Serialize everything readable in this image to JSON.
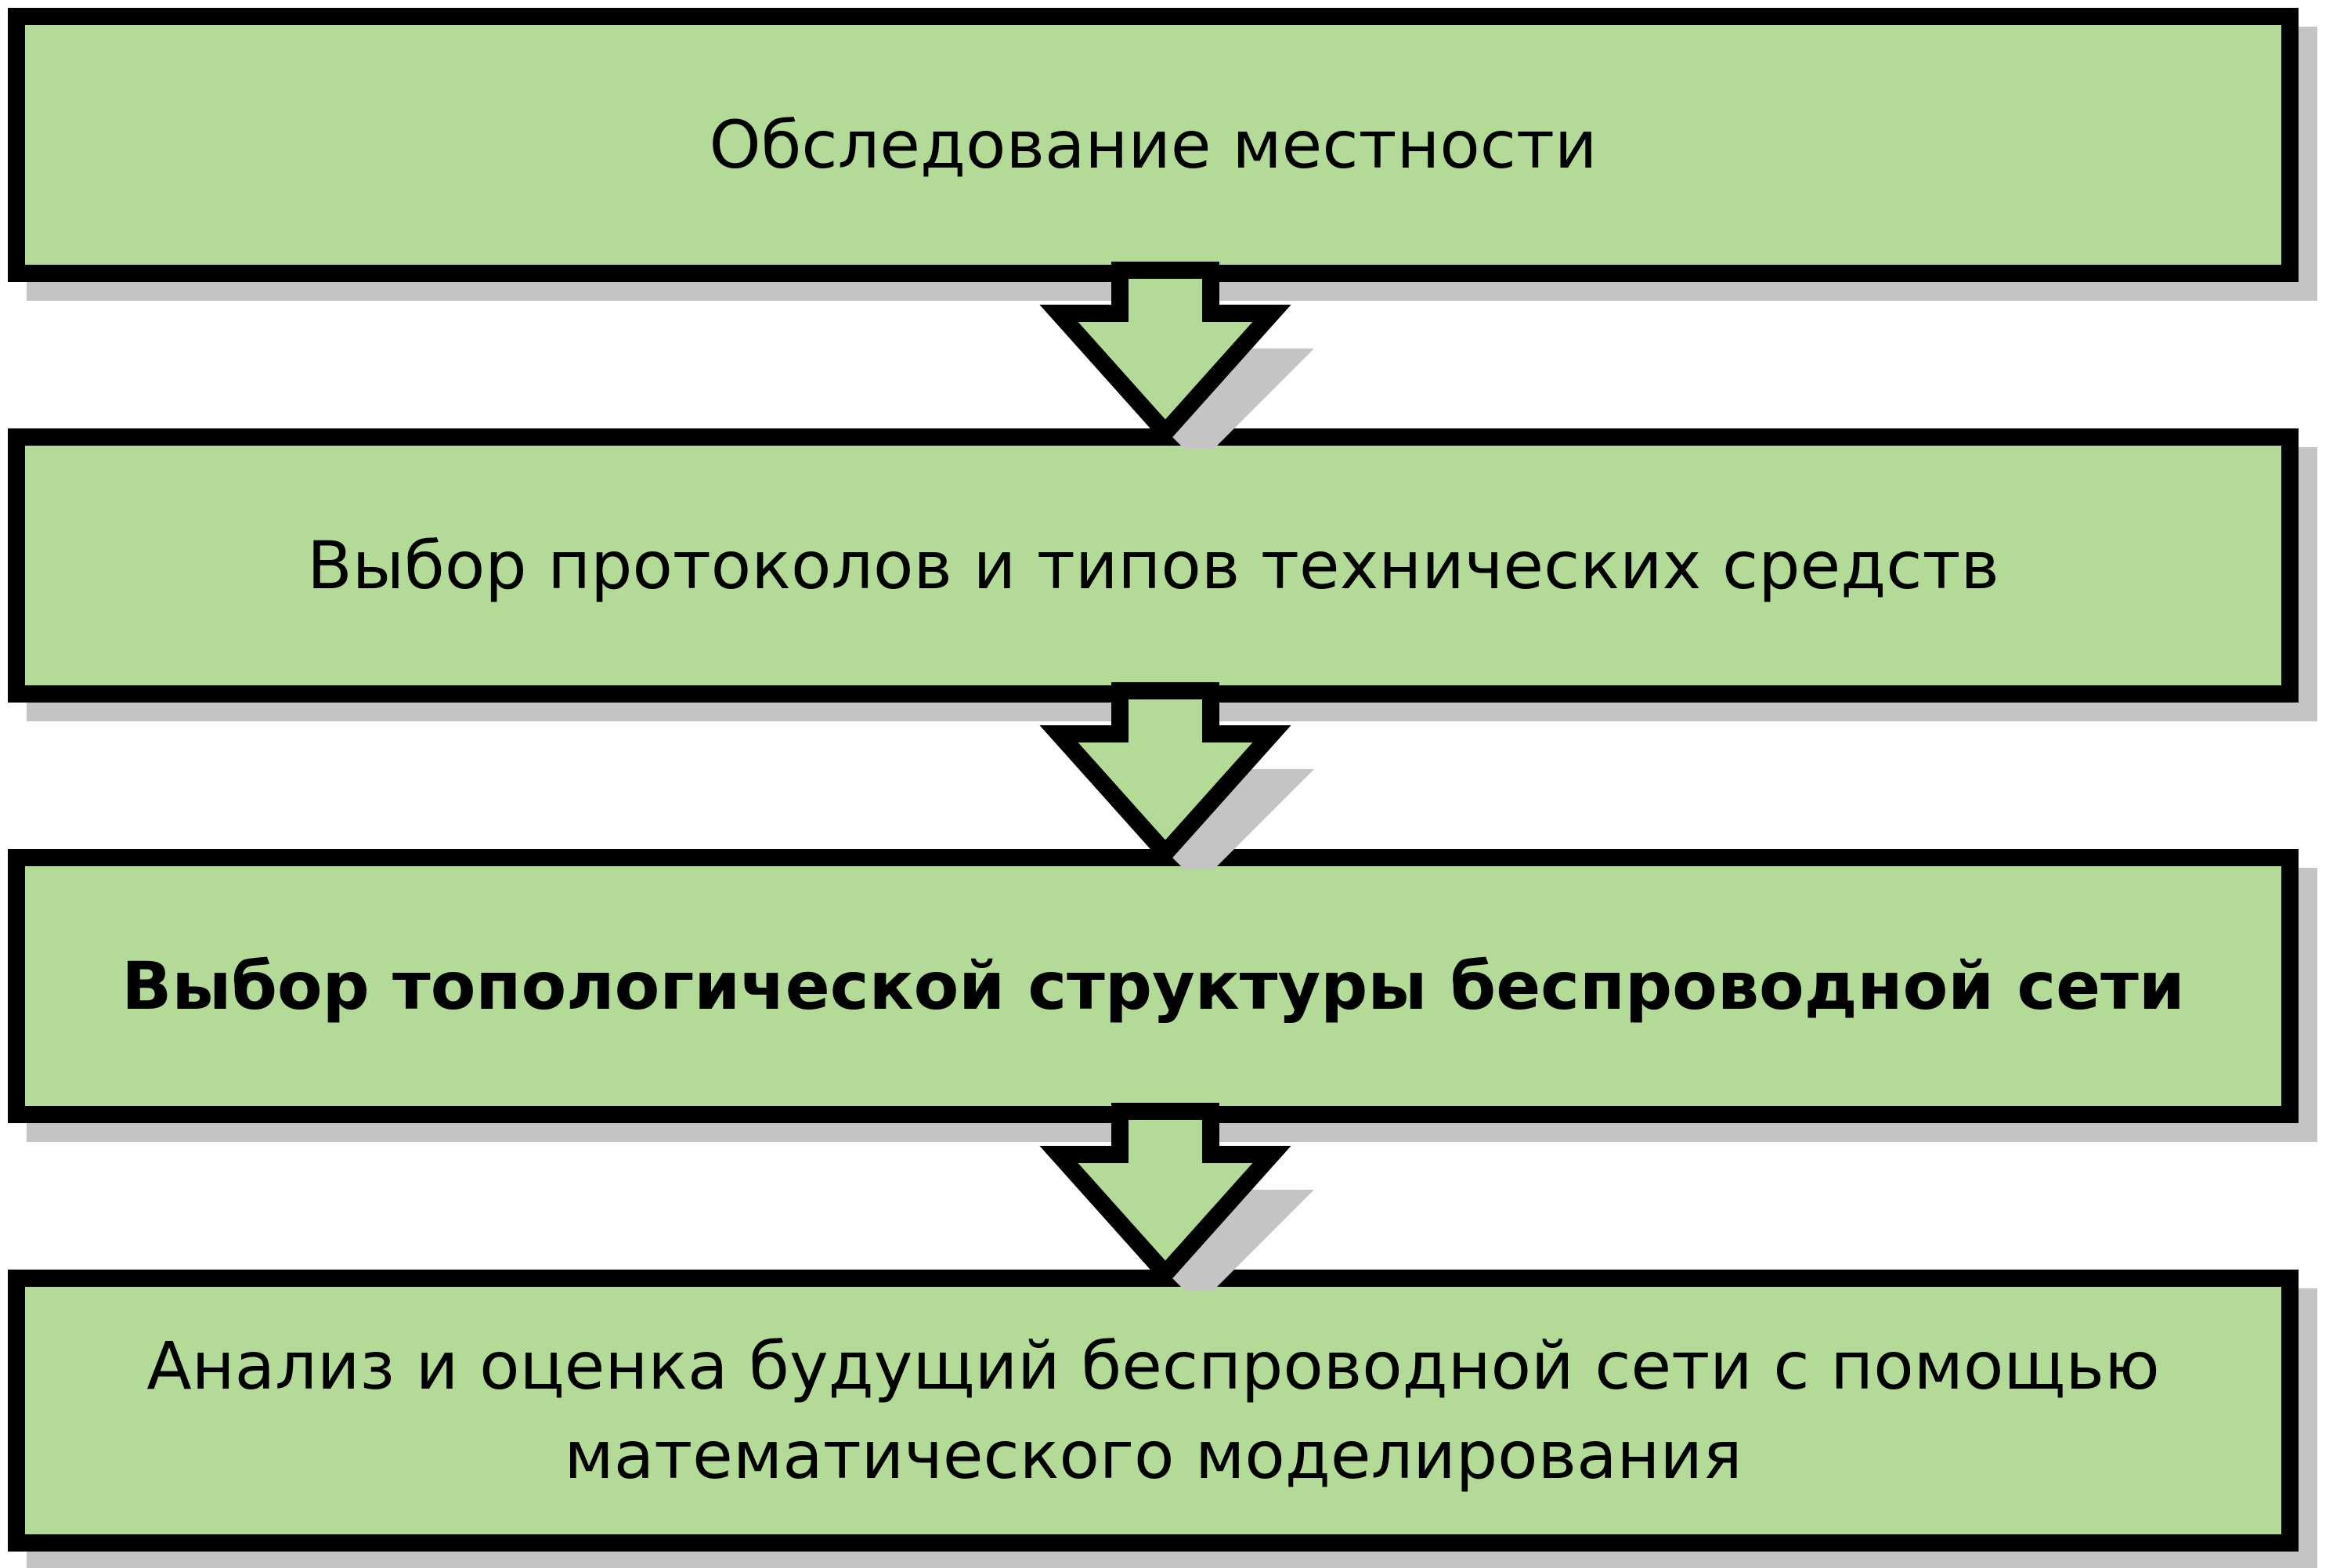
{
  "diagram": {
    "steps": [
      {
        "label": "Обследование местности",
        "bold": false
      },
      {
        "label": "Выбор протоколов и типов технических средств",
        "bold": false
      },
      {
        "label": "Выбор топологической структуры беспроводной сети",
        "bold": true
      },
      {
        "label": "Анализ и оценка будущий беспроводной сети с помощью математического моделирования",
        "bold": false
      }
    ],
    "colors": {
      "box_fill": "#b3db97",
      "border": "#000000",
      "shadow": "#c4c4c4"
    },
    "connector_icon": "down-arrow-icon"
  }
}
